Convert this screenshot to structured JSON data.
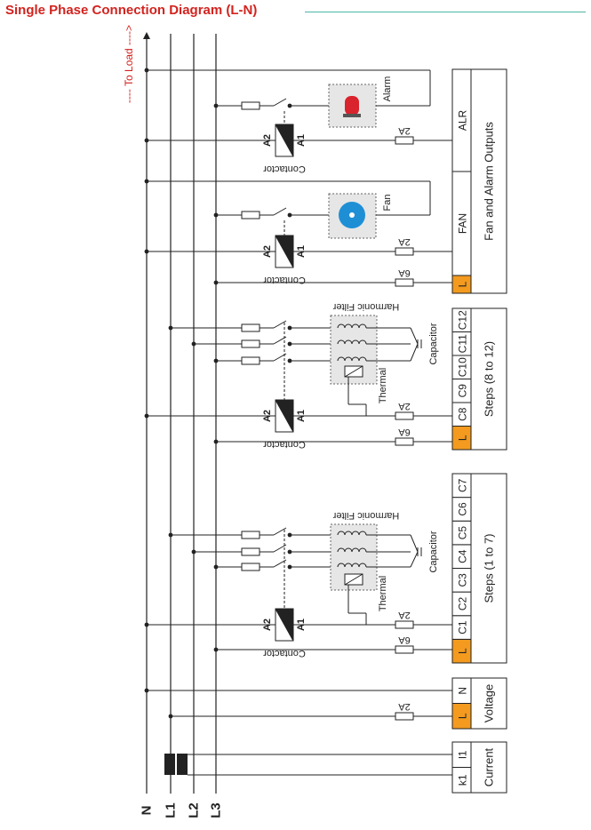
{
  "title": "Single Phase Connection Diagram (L-N)",
  "to_load": "---- To Load ---->",
  "buses": [
    "N",
    "L1",
    "L2",
    "L3"
  ],
  "current": {
    "terminals": [
      "k1",
      "l1"
    ],
    "label": "Current"
  },
  "voltage": {
    "terminals": [
      "L",
      "N"
    ],
    "label": "Voltage",
    "fuse": "2A"
  },
  "steps_1_7": {
    "terminals": [
      "L",
      "C1",
      "C2",
      "C3",
      "C4",
      "C5",
      "C6",
      "C7"
    ],
    "label": "Steps (1 to 7)"
  },
  "steps_8_12": {
    "terminals": [
      "L",
      "C8",
      "C9",
      "C10",
      "C11",
      "C12"
    ],
    "label": "Steps (8 to 12)"
  },
  "fan_alarm": {
    "terminals": [
      "L",
      "FAN",
      "ALR"
    ],
    "label": "Fan and Alarm Outputs"
  },
  "labels": {
    "contactor": "Contactor",
    "harmonic_filter": "Harmonic Filter",
    "capacitor": "Capacitor",
    "thermal": "Thermal",
    "a1": "A1",
    "a2": "A2",
    "fuse_6a": "6A",
    "fuse_2a": "2A",
    "fan": "Fan",
    "alarm": "Alarm"
  },
  "colors": {
    "title": "#d2231e",
    "rule": "#4cb6a6",
    "terminal_L": "#f39a1f",
    "fan_icon": "#1e8fd5",
    "alarm_icon": "#d9232d"
  }
}
